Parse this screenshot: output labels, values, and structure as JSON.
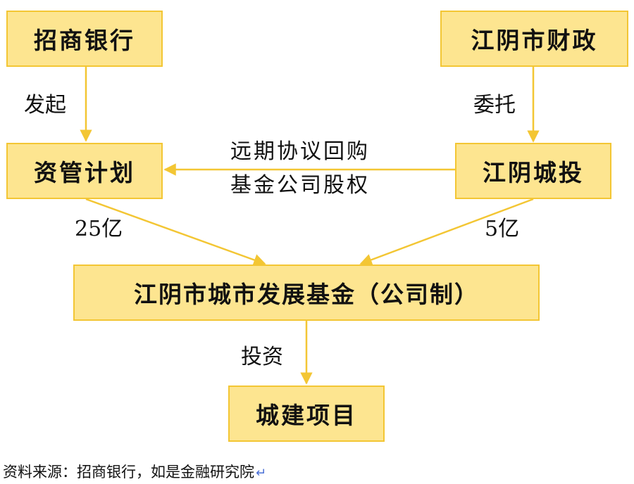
{
  "colors": {
    "box_fill": "#fde590",
    "box_border": "#f3c634",
    "arrow": "#f3c634"
  },
  "nodes": {
    "cmb": "招商银行",
    "jiangyin_finance": "江阴市财政",
    "asset_plan": "资管计划",
    "jiangyin_invest": "江阴城投",
    "fund": "江阴市城市发展基金（公司制）",
    "projects": "城建项目"
  },
  "edges": {
    "initiate": "发起",
    "entrust": "委托",
    "buyback_line1": "远期协议回购",
    "buyback_line2": "基金公司股权",
    "amount_plan": "25亿",
    "amount_invest": "5亿",
    "invest": "投资"
  },
  "footer": {
    "source": "资料来源：招商银行，如是金融研究院",
    "return_mark": "↵"
  }
}
